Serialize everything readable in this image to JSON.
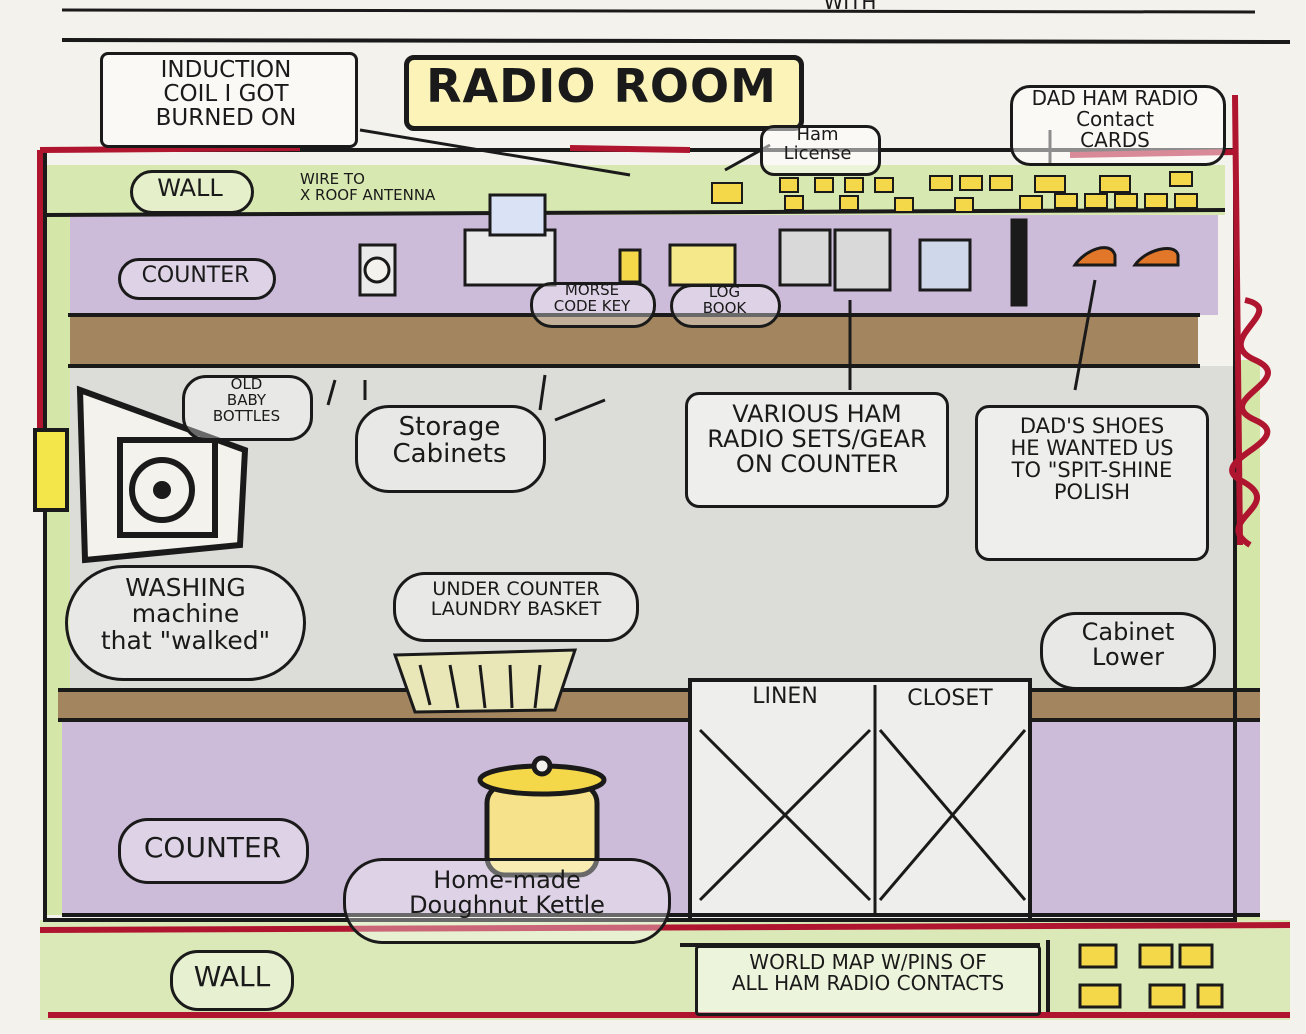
{
  "title": "RADIO ROOM",
  "labels": {
    "induction": "INDUCTION\nCOIL I GOT\nBURNED ON",
    "contact_cards": "DAD HAM RADIO\nContact\nCARDS",
    "ham_license": "Ham\nLicense",
    "wall_top": "WALL",
    "wire": "WIRE TO\nX ROOF ANTENNA",
    "counter_top": "COUNTER",
    "morse": "MORSE\nCODE KEY",
    "logbook": "LOG\nBOOK",
    "baby_bottles": "OLD\nBABY\nBOTTLES",
    "storage": "Storage\nCabinets",
    "ham_gear": "VARIOUS HAM\nRADIO SETS/GEAR\nON COUNTER",
    "shoes": "DAD'S SHOES\nHE WANTED US\nTO \"SPIT-SHINE\nPOLISH",
    "washing": "WASHING\nmachine\nthat \"walked\"",
    "laundry": "UNDER COUNTER\nLAUNDRY BASKET",
    "cabinet_lower": "Cabinet\nLower",
    "linen": "LINEN",
    "closet": "CLOSET",
    "counter_bottom": "COUNTER",
    "kettle": "Home-made\nDoughnut Kettle",
    "wall_bottom": "WALL",
    "world_map": "WORLD MAP W/PINS OF\nALL HAM RADIO CONTACTS",
    "top_scrawl": "WITH"
  },
  "colors": {
    "ink": "#1a1a1a",
    "red": "#b01530",
    "yellow": "#f5d84a",
    "purple": "#c9b6d6",
    "brown": "#9b7b52",
    "green": "#cfe3a0",
    "gray": "#d9d9d6"
  }
}
